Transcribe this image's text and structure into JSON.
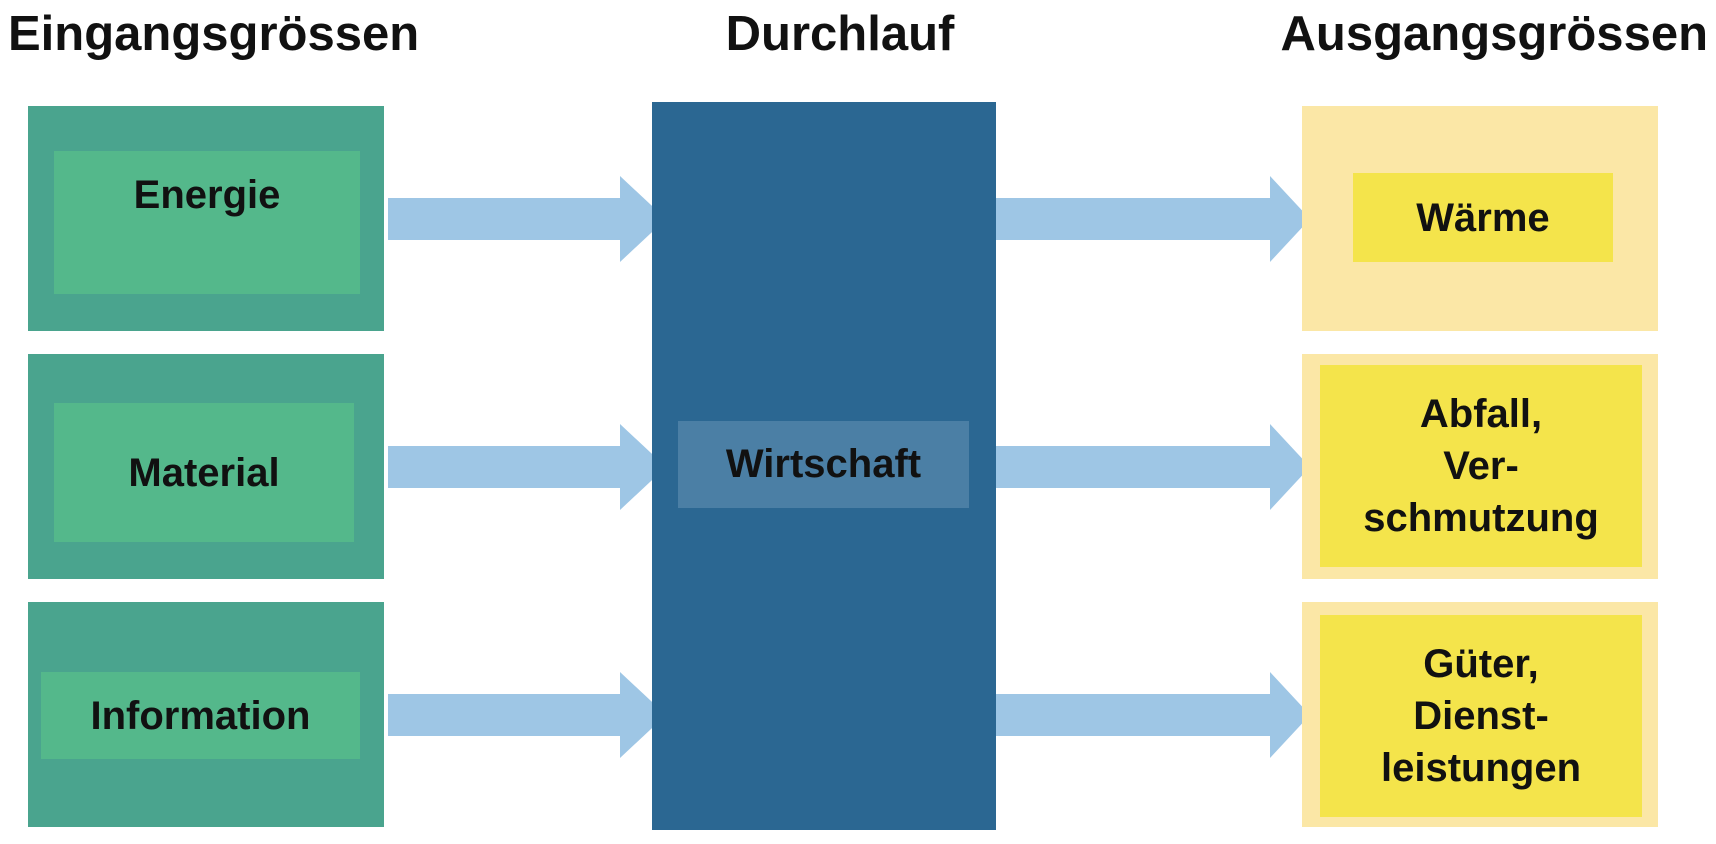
{
  "headings": {
    "inputs": "Eingangsgrössen",
    "process": "Durchlauf",
    "outputs": "Ausgangsgrössen"
  },
  "inputs": [
    {
      "label": "Energie"
    },
    {
      "label": "Material"
    },
    {
      "label": "Information"
    }
  ],
  "process": {
    "label": "Wirtschaft"
  },
  "outputs": [
    {
      "lines": [
        "Wärme"
      ]
    },
    {
      "lines": [
        "Abfall,",
        "Ver-",
        "schmutzung"
      ]
    },
    {
      "lines": [
        "Güter,",
        "Dienst-",
        "leistungen"
      ]
    }
  ],
  "colors": {
    "input_panel": "#4aa48e",
    "input_inner": "#54b88b",
    "process_block": "#2b6792",
    "process_label": "#4b7fa5",
    "output_panel": "#fbe7a6",
    "output_inner": "#f4e44b",
    "arrow": "#9ec6e5"
  }
}
